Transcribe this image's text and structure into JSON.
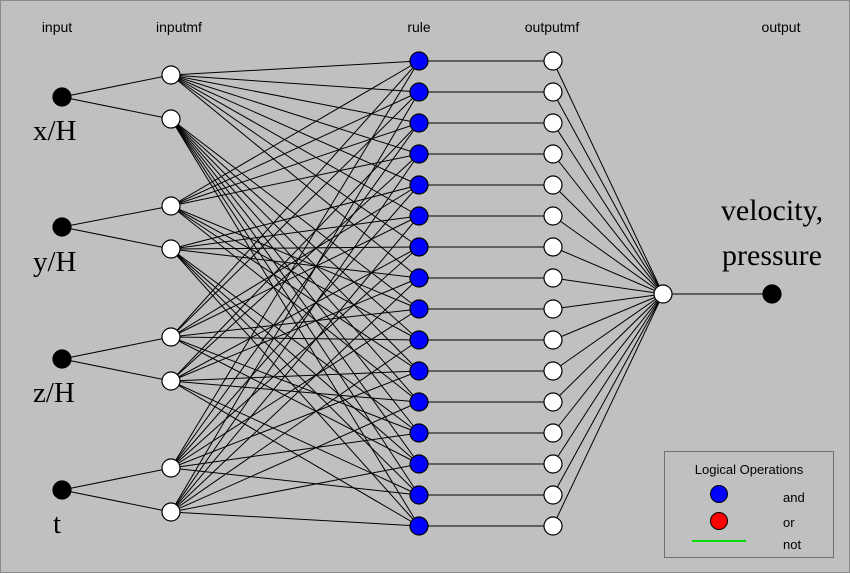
{
  "column_labels": {
    "input": "input",
    "inputmf": "inputmf",
    "rule": "rule",
    "outputmf": "outputmf",
    "output": "output"
  },
  "inputs": [
    {
      "label": "x/H",
      "mf_count": 2
    },
    {
      "label": "y/H",
      "mf_count": 2
    },
    {
      "label": "z/H",
      "mf_count": 2
    },
    {
      "label": "t",
      "mf_count": 2
    }
  ],
  "rule_count": 16,
  "outputmf_count": 16,
  "output": {
    "line1": "velocity,",
    "line2": "pressure"
  },
  "colors": {
    "background": "#c0c0c0",
    "input_node": "#000000",
    "mf_node": "#ffffff",
    "rule_node": "#0000ff",
    "output_node": "#000000",
    "edge": "#000000",
    "and": "#0000ff",
    "or": "#ff0000",
    "not": "#00e000"
  },
  "legend": {
    "title": "Logical Operations",
    "and_label": "and",
    "or_label": "or",
    "not_label": "not"
  }
}
